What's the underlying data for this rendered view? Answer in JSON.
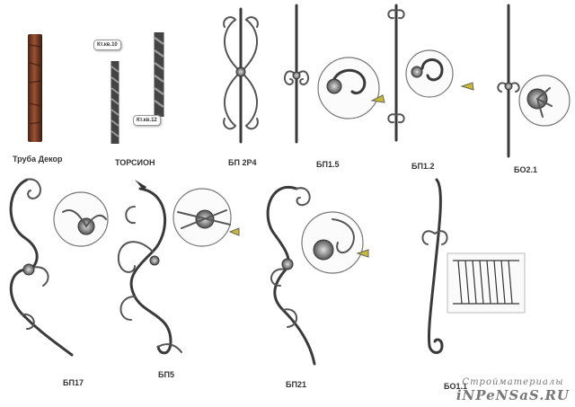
{
  "products": [
    {
      "id": "truba",
      "label": "Труба Декор"
    },
    {
      "id": "torsion",
      "label": "ТОРСИОН"
    },
    {
      "id": "bp2p4",
      "label": "БП 2Р4"
    },
    {
      "id": "bp15",
      "label": "БП1.5"
    },
    {
      "id": "bp12",
      "label": "БП1.2"
    },
    {
      "id": "bo21",
      "label": "БО2.1"
    },
    {
      "id": "bp17",
      "label": "БП17"
    },
    {
      "id": "bp5",
      "label": "БП5"
    },
    {
      "id": "bp21",
      "label": "БП21"
    },
    {
      "id": "bo11",
      "label": "БО1.1"
    }
  ],
  "torsion_tags": [
    "Кт.кв.10",
    "Кт.кв.12"
  ],
  "watermark": {
    "line1": "Стройматериалы",
    "line2": "iNPeNSaS.RU"
  },
  "colors": {
    "iron": "#3a3a3a",
    "pipe": "#7a3b22",
    "accent": "#c9b93a"
  }
}
